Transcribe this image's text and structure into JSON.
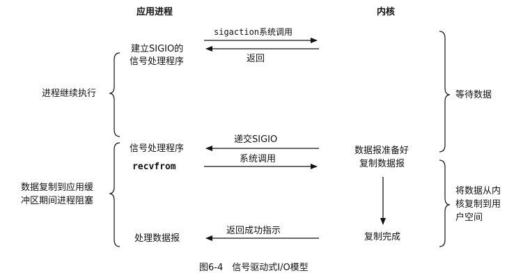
{
  "headers": {
    "app": "应用进程",
    "kernel": "内核"
  },
  "arrows": {
    "sigaction": "sigaction系统调用",
    "return1": "返回",
    "deliver": "递交SIGIO",
    "syscall": "系统调用",
    "success": "返回成功指示"
  },
  "app_side": {
    "handler_setup_line1": "建立SIGIO的",
    "handler_setup_line2": "信号处理程序",
    "handler": "信号处理程序",
    "recvfrom": "recvfrom",
    "process": "处理数据报"
  },
  "kernel_side": {
    "ready": "数据报准备好",
    "copy": "复制数据报",
    "done": "复制完成"
  },
  "left_labels": {
    "continue": "进程继续执行",
    "block_line1": "数据复制到应用缓",
    "block_line2": "冲区期间进程阻塞"
  },
  "right_labels": {
    "wait": "等待数据",
    "copy_line1": "将数据从内",
    "copy_line2": "核复制到用",
    "copy_line3": "户空间"
  },
  "caption": "图6-4　信号驱动式I/O模型"
}
